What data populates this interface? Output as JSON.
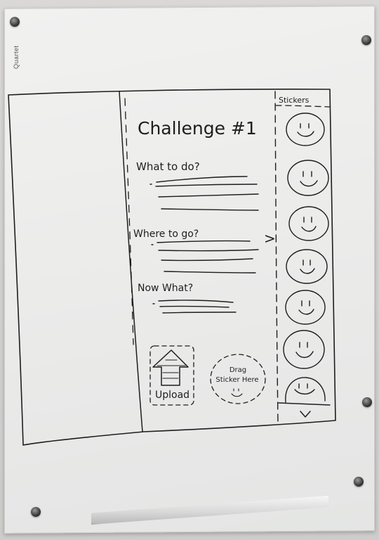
{
  "brand": "Quartet",
  "wireframe": {
    "challenge_title": "Challenge #1",
    "section1_heading": "What to do?",
    "section2_heading": "Where to go?",
    "section3_heading": "Now What?",
    "upload_label": "Upload",
    "drag_line1": "Drag",
    "drag_line2": "Sticker Here",
    "stickers_heading": "Stickers",
    "next_arrow": ">",
    "scroll_down_arrow": "v"
  },
  "colors": {
    "marker": "#1e1e1e",
    "board": "#eeeeed",
    "wall": "#d4d3d1"
  }
}
